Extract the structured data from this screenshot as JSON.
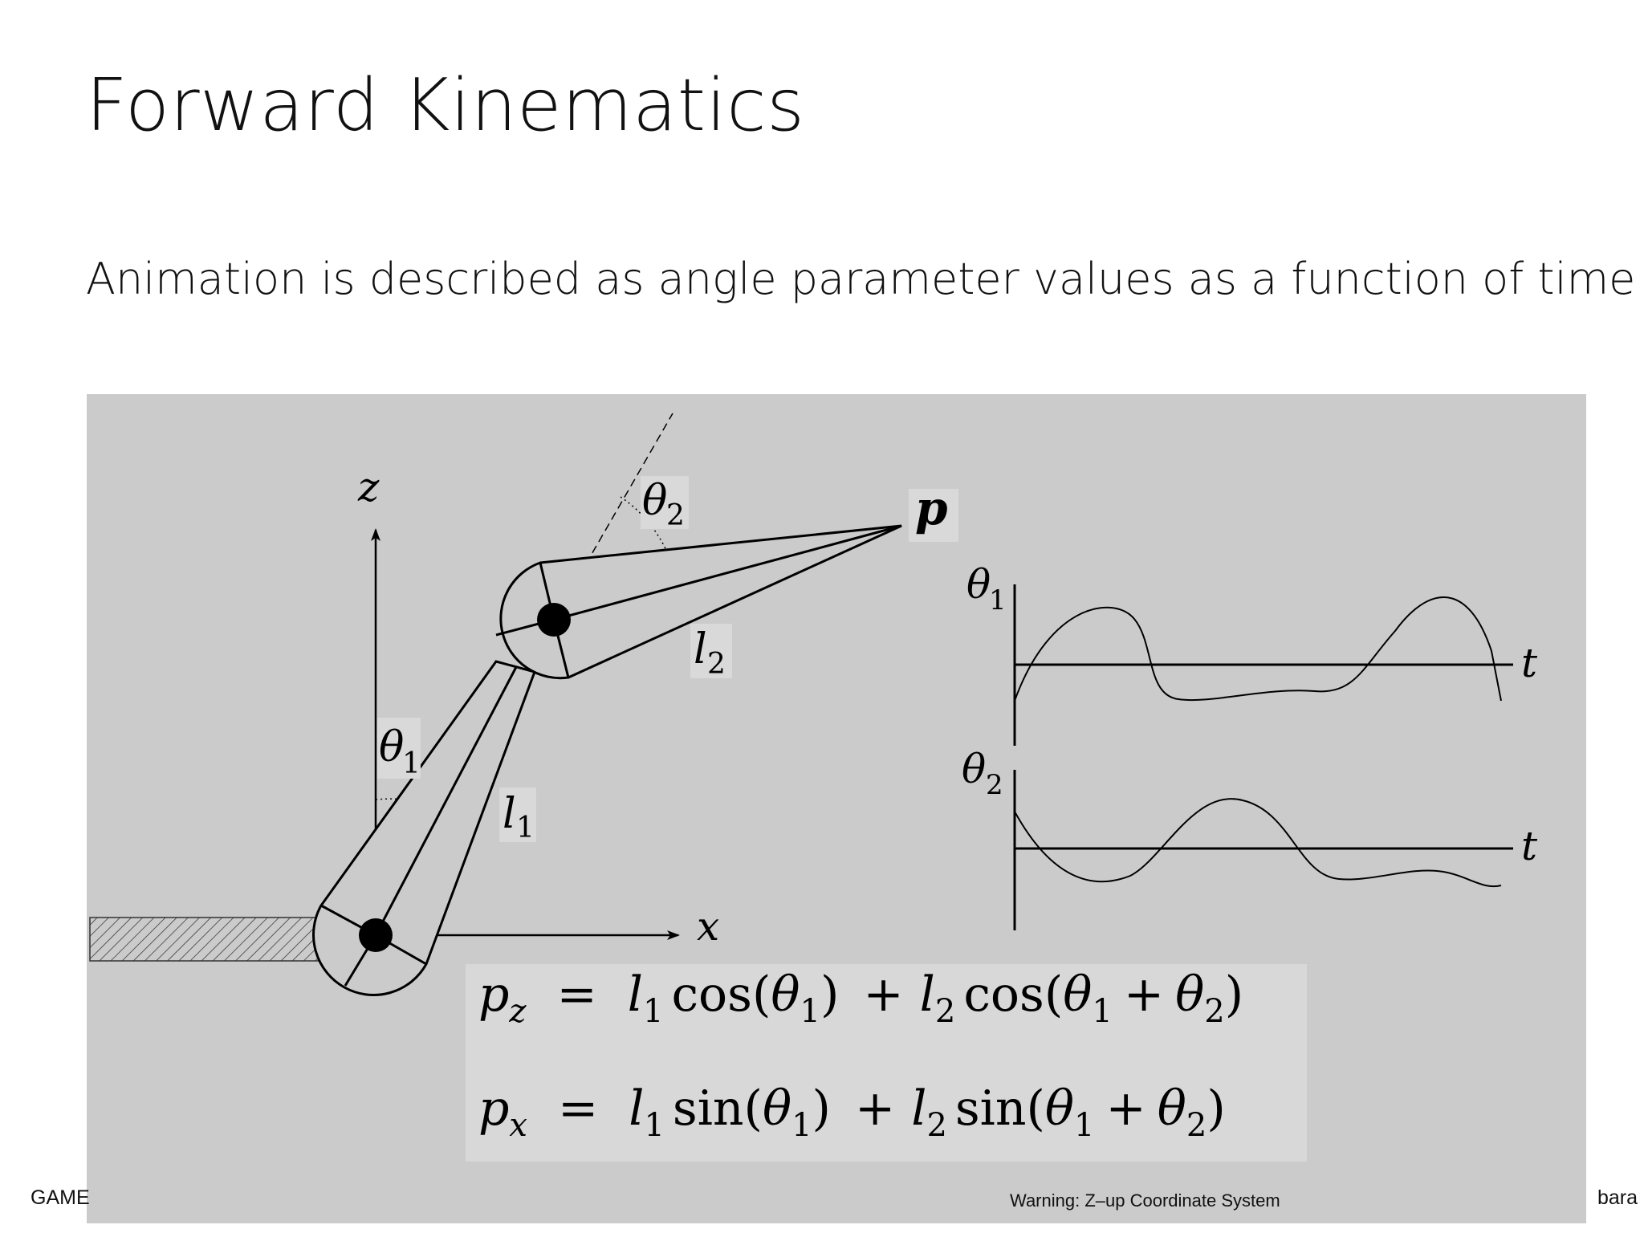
{
  "slide": {
    "title": "Forward Kinematics",
    "subtitle": "Animation is described as angle parameter values as a function of time",
    "footer_left": "GAME",
    "footer_right": "bara",
    "warning": "Warning: Z–up Coordinate System"
  },
  "diagram": {
    "background_color": "#cbcbcb",
    "labels": {
      "z_axis": "z",
      "x_axis": "x",
      "theta1": "θ",
      "theta1_sub": "1",
      "theta2": "θ",
      "theta2_sub": "2",
      "l1": "l",
      "l1_sub": "1",
      "l2": "l",
      "l2_sub": "2",
      "p": "p"
    },
    "plots": {
      "theta1_label": "θ",
      "theta1_sub": "1",
      "theta2_label": "θ",
      "theta2_sub": "2",
      "t_label": "t"
    },
    "equations": {
      "pz": {
        "lhs": "p",
        "lhs_sub": "z",
        "eq": "=",
        "t1": "l",
        "t1_sub": "1",
        "t1_fn": "cos(",
        "t1_arg": "θ",
        "t1_arg_sub": "1",
        "t1_close": ")",
        "plus": "+",
        "t2": "l",
        "t2_sub": "2",
        "t2_fn": "cos(",
        "t2_a": "θ",
        "t2_a_sub": "1",
        "t2_plus": "+",
        "t2_b": "θ",
        "t2_b_sub": "2",
        "t2_close": ")"
      },
      "px": {
        "lhs": "p",
        "lhs_sub": "x",
        "eq": "=",
        "t1": "l",
        "t1_sub": "1",
        "t1_fn": "sin(",
        "t1_arg": "θ",
        "t1_arg_sub": "1",
        "t1_close": ")",
        "plus": "+",
        "t2": "l",
        "t2_sub": "2",
        "t2_fn": "sin(",
        "t2_a": "θ",
        "t2_a_sub": "1",
        "t2_plus": "+",
        "t2_b": "θ",
        "t2_b_sub": "2",
        "t2_close": ")"
      }
    }
  }
}
